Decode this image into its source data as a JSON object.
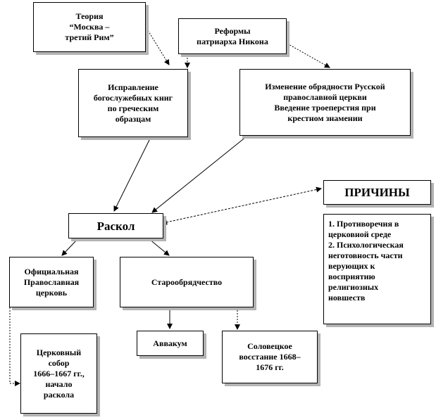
{
  "nodes": {
    "moscow": [
      "Теория",
      "“Москва –",
      "третий Рим”"
    ],
    "nikon": [
      "Реформы",
      "патриарха Никона"
    ],
    "books": [
      "Исправление",
      "богослужебных книг",
      "по греческим",
      "образцам"
    ],
    "rites": [
      "Изменение обрядности Русской",
      "православной церкви",
      "Введение троеперстия при",
      "крестном знамении"
    ],
    "raskol": [
      "Раскол"
    ],
    "reasons_title": [
      "ПРИЧИНЫ"
    ],
    "reasons_list": [
      "1. Противоречия в",
      "церковной среде",
      "2. Психологическая",
      "неготовность части",
      "верующих  к",
      "восприятию",
      "религиозных",
      "новшеств"
    ],
    "official": [
      "Официальная",
      "Православная",
      "церковь"
    ],
    "oldbelief": [
      "Старообрядчество"
    ],
    "avvakum": [
      "Аввакум"
    ],
    "solovki": [
      "Соловецкое",
      "восстание 1668–",
      "1676 гг."
    ],
    "sobor": [
      "Церковный",
      "собор",
      "1666–1667 гг.,",
      "начало",
      "раскола"
    ]
  },
  "colors": {
    "line": "#000000",
    "shadow": "#b3b3b3"
  }
}
